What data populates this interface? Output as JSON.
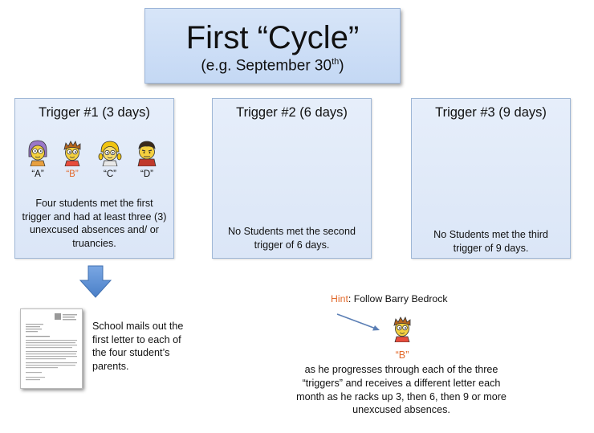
{
  "title": {
    "main": "First “Cycle”",
    "sub_before": "(e.g. September 30",
    "sub_sup": "th",
    "sub_after": ")"
  },
  "triggers": [
    {
      "heading": "Trigger #1 (3 days)",
      "description": "Four students met the first trigger and had at least three (3) unexcused absences and/ or truancies."
    },
    {
      "heading": "Trigger #2 (6 days)",
      "description": "No Students met the second trigger of 6 days."
    },
    {
      "heading": "Trigger #3 (9 days)",
      "description": "No Students met the third trigger of 9 days."
    }
  ],
  "students": [
    {
      "label": "“A”",
      "highlight": false
    },
    {
      "label": "“B”",
      "highlight": true
    },
    {
      "label": "“C”",
      "highlight": false
    },
    {
      "label": "“D”",
      "highlight": false
    }
  ],
  "mail_text": "School mails out the first letter to each of the four student’s parents.",
  "hint": {
    "keyword": "Hint",
    "text": ":  Follow Barry Bedrock",
    "student_label": "“B”",
    "progress": "as he progresses through each of the three “triggers” and receives a different letter each month as he racks up 3, then 6, then 9 or more unexcused absences."
  },
  "colors": {
    "highlight": "#e26a2c",
    "box_fill": "#dfe9f8",
    "arrow_fill": "#5b8fd6"
  }
}
